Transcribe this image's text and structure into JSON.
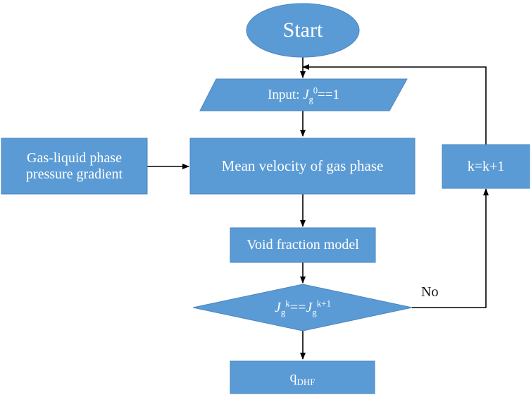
{
  "colors": {
    "fill": "#5b9bd5",
    "stroke": "#4a86c0",
    "arrow": "#000000",
    "text": "#ffffff",
    "label": "#111111"
  },
  "nodes": {
    "start": "Start",
    "input": {
      "prefix": "Input: ",
      "var": "J",
      "sub": "g",
      "sup": "0",
      "suffix": "==1"
    },
    "side_box": {
      "line1": "Gas-liquid phase",
      "line2": "pressure gradient"
    },
    "mean_velocity": "Mean velocity of gas phase",
    "void_fraction": "Void fraction model",
    "decision": {
      "left_var": "J",
      "left_sub": "g",
      "left_sup": "k",
      "op": "==",
      "right_var": "J",
      "right_sub": "g",
      "right_sup": "k+1"
    },
    "increment": "k=k+1",
    "output": {
      "main": "q",
      "sub": "DHF"
    }
  },
  "edges": {
    "no_label": "No"
  }
}
